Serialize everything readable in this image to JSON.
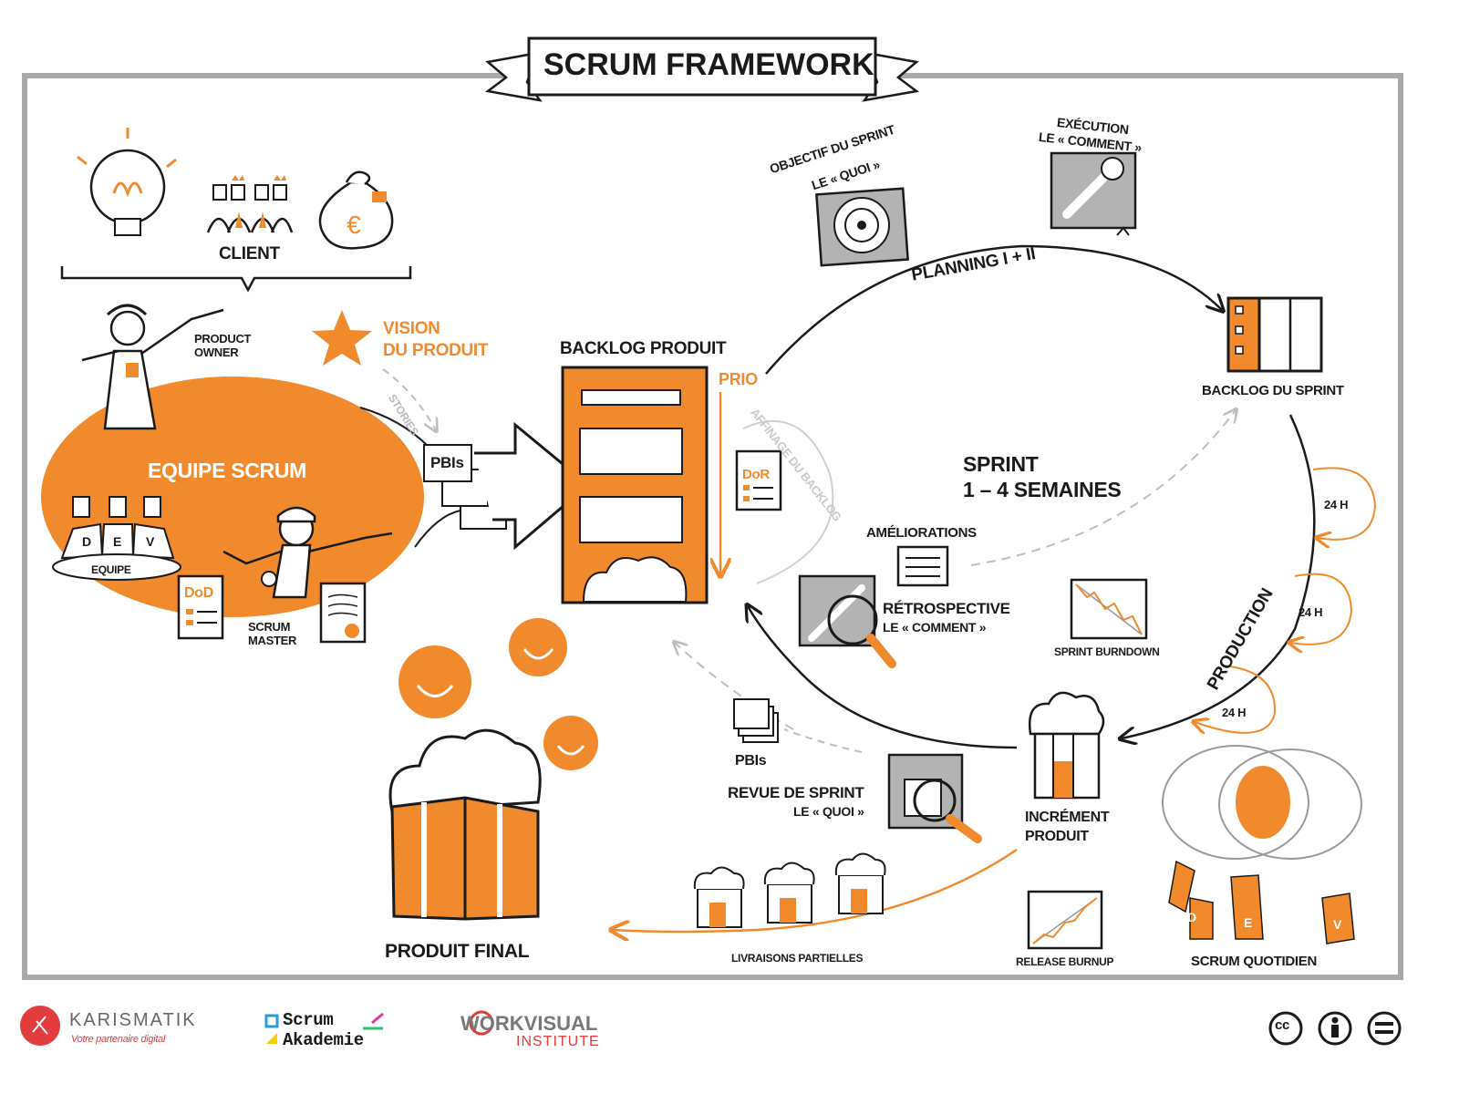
{
  "title": "SCRUM FRAMEWORK",
  "labels": {
    "client": "CLIENT",
    "product_owner_1": "PRODUCT",
    "product_owner_2": "OWNER",
    "vision_1": "VISION",
    "vision_2": "DU PRODUIT",
    "stories": "STORIES",
    "equipe_scrum": "EQUIPE SCRUM",
    "dev_d": "D",
    "dev_e": "E",
    "dev_v": "V",
    "equipe": "EQUIPE",
    "dod": "DoD",
    "dor": "DoR",
    "scrum_master_1": "SCRUM",
    "scrum_master_2": "MASTER",
    "pbis_in": "PBIs",
    "backlog_produit": "BACKLOG PRODUIT",
    "prio": "PRIO",
    "affinage": "AFFINAGE DU BACKLOG",
    "objectif_1": "OBJECTIF DU SPRINT",
    "objectif_2": "LE « QUOI »",
    "execution_1": "EXÉCUTION",
    "execution_2": "LE « COMMENT »",
    "planning": "PLANNING I + II",
    "backlog_sprint": "BACKLOG DU SPRINT",
    "sprint_1": "SPRINT",
    "sprint_2": "1 – 4 SEMAINES",
    "ameliorations": "AMÉLIORATIONS",
    "retro_1": "RÉTROSPECTIVE",
    "retro_2": "LE « COMMENT »",
    "sprint_burndown": "SPRINT BURNDOWN",
    "production": "PRODUCTION",
    "h24_a": "24 H",
    "h24_b": "24 H",
    "h24_c": "24 H",
    "pbis_out": "PBIs",
    "revue_1": "REVUE DE SPRINT",
    "revue_2": "LE « QUOI »",
    "increment_1": "INCRÉMENT",
    "increment_2": "PRODUIT",
    "produit_final": "PRODUIT FINAL",
    "livraisons": "LIVRAISONS PARTIELLES",
    "release_burnup": "RELEASE BURNUP",
    "scrum_quotidien": "SCRUM QUOTIDIEN",
    "quotidien_d": "D",
    "quotidien_e": "E",
    "quotidien_v": "V"
  },
  "footer": {
    "karismatik": "KARISMATIK",
    "karismatik_tag": "Votre partenaire digital",
    "scrum_1": "Scrum",
    "scrum_2": "Akademie",
    "workvisual_1": "WORKVISUAL",
    "workvisual_2": "INSTITUTE",
    "cc": "cc"
  },
  "colors": {
    "accent": "#f08a2c",
    "ink": "#1a1a1a",
    "grey": "#a9a9a9"
  }
}
